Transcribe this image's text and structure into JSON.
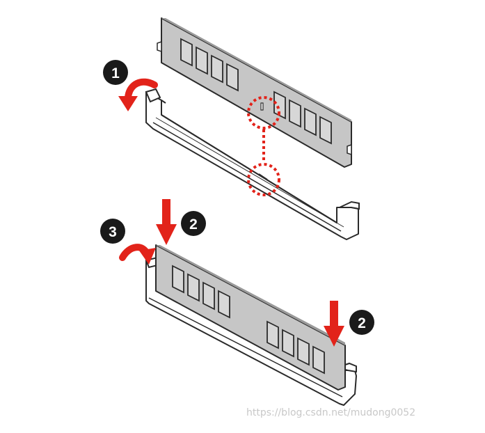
{
  "steps": {
    "one": "1",
    "two": "2",
    "three": "3"
  },
  "watermark": "https://blog.csdn.net/mudong0052",
  "colors": {
    "module_fill": "#c6c6c6",
    "module_stroke": "#2a2a2a",
    "chip_fill": "#d7d7d7",
    "arrow_red": "#e2231a",
    "badge_fill": "#1a1a1a",
    "notch_circle": "#e2231a"
  }
}
